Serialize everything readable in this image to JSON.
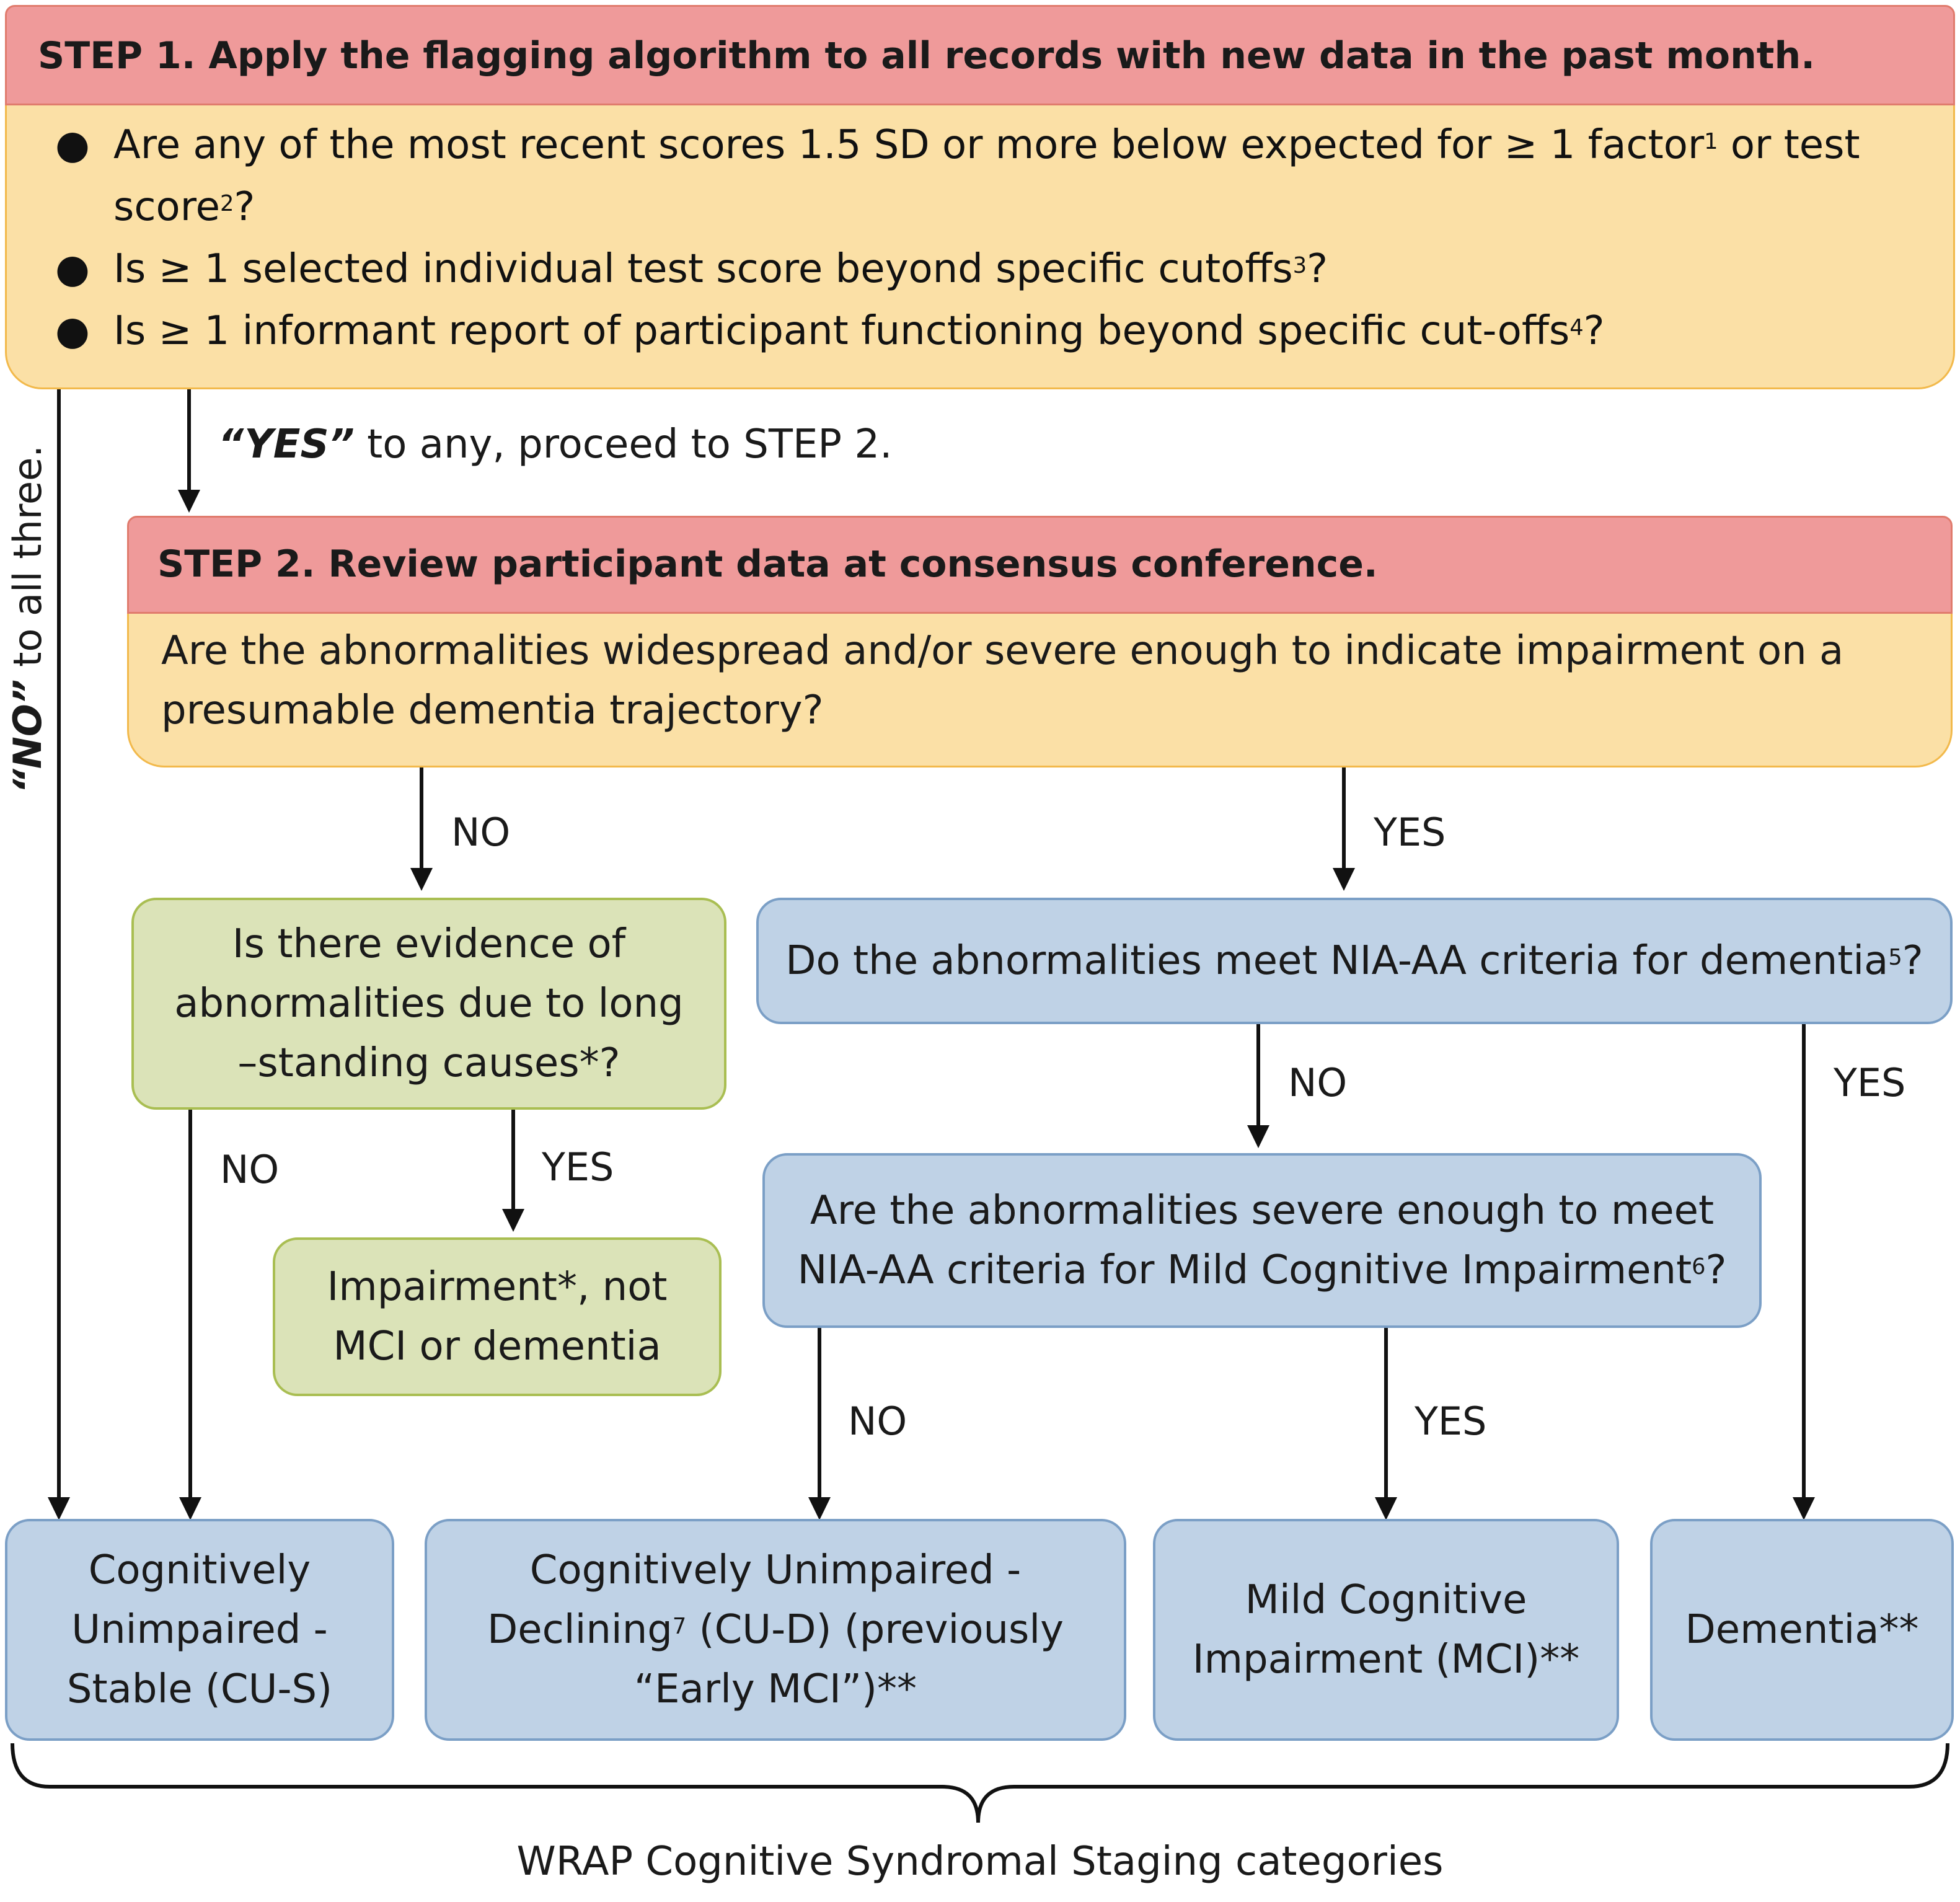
{
  "step1": {
    "header": "STEP 1. Apply the flagging algorithm to all records with new data in the past month.",
    "q1_a": "Are any of the most recent scores 1.5 SD or more below expected for ≥ 1 factor",
    "q1_sup1": "1",
    "q1_b": " or test score",
    "q1_sup2": "2",
    "q1_c": "?",
    "q2_a": "Is ≥ 1 selected individual test score beyond specific cutoffs",
    "q2_sup": "3",
    "q2_b": "?",
    "q3_a": "Is ≥ 1 informant report of participant functioning beyond specific cut-offs",
    "q3_sup": "4",
    "q3_b": "?"
  },
  "yes_to_any": {
    "bold": "“YES”",
    "rest": " to any, proceed to STEP 2."
  },
  "no_to_all": {
    "bold": "“NO”",
    "rest": " to all three."
  },
  "step2": {
    "header": "STEP 2. Review participant data at consensus conference.",
    "question": "Are the abnormalities widespread and/or severe enough to indicate impairment on a presumable dementia trajectory?"
  },
  "q_longstanding": "Is there evidence of abnormalities due to long –standing causes*?",
  "q_dementia": {
    "text": "Do the abnormalities meet NIA-AA criteria for dementia",
    "sup": "5",
    "end": "?"
  },
  "q_mci": {
    "text": "Are the abnormalities severe enough to meet NIA-AA criteria for Mild Cognitive Impairment",
    "sup": "6",
    "end": "?"
  },
  "impairment_box": "Impairment*, not MCI or dementia",
  "outcomes": {
    "cus": "Cognitively Unimpaired - Stable (CU-S)",
    "cud_a": "Cognitively Unimpaired - Declining",
    "cud_sup": "7",
    "cud_b": " (CU-D) (previously “Early MCI”)**",
    "mci": "Mild Cognitive Impairment (MCI)**",
    "dementia": "Dementia**"
  },
  "labels": {
    "no": "NO",
    "yes": "YES"
  },
  "footer": "WRAP Cognitive Syndromal Staging categories",
  "colors": {
    "header_fill": "#ef9a9a",
    "orange_fill": "#fbe0a6",
    "green_fill": "#dbe3b8",
    "blue_fill": "#bfd2e6"
  }
}
